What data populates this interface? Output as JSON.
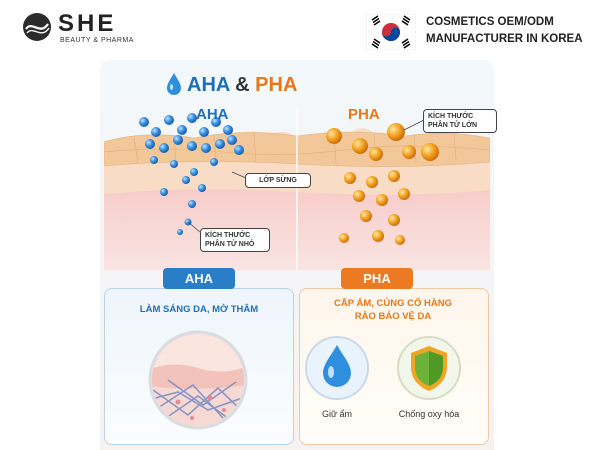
{
  "header": {
    "brand": "SHE",
    "brand_sub": "BEAUTY & PHARMA",
    "maker_line1": "COSMETICS OEM/ODM",
    "maker_line2": "MANUFACTURER IN KOREA"
  },
  "infographic": {
    "title_aha": "AHA",
    "title_amp": "&",
    "title_pha": "PHA",
    "label_aha": "AHA",
    "label_pha": "PHA",
    "callout_large_1": "KÍCH THƯỚC",
    "callout_large_2": "PHÂN TỬ LỚN",
    "callout_layer": "LỚP SỪNG",
    "callout_small_1": "KÍCH THƯỚC",
    "callout_small_2": "PHÂN TỬ NHỎ"
  },
  "aha_card": {
    "tab": "AHA",
    "title": "LÀM SÁNG DA, MỜ THÂM"
  },
  "pha_card": {
    "tab": "PHA",
    "title_line1": "CẤP ẨM, CỦNG CỐ HÀNG",
    "title_line2": "RÀO BẢO VỆ DA",
    "icon1_label": "Giữ ẩm",
    "icon2_label": "Chống oxy hóa"
  },
  "colors": {
    "aha_blue": "#1f6fb8",
    "pha_orange": "#e7781a"
  },
  "icons": [
    "she-logo-icon",
    "korea-flag-icon",
    "water-drop-icon",
    "shield-icon",
    "skin-texture-icon"
  ]
}
